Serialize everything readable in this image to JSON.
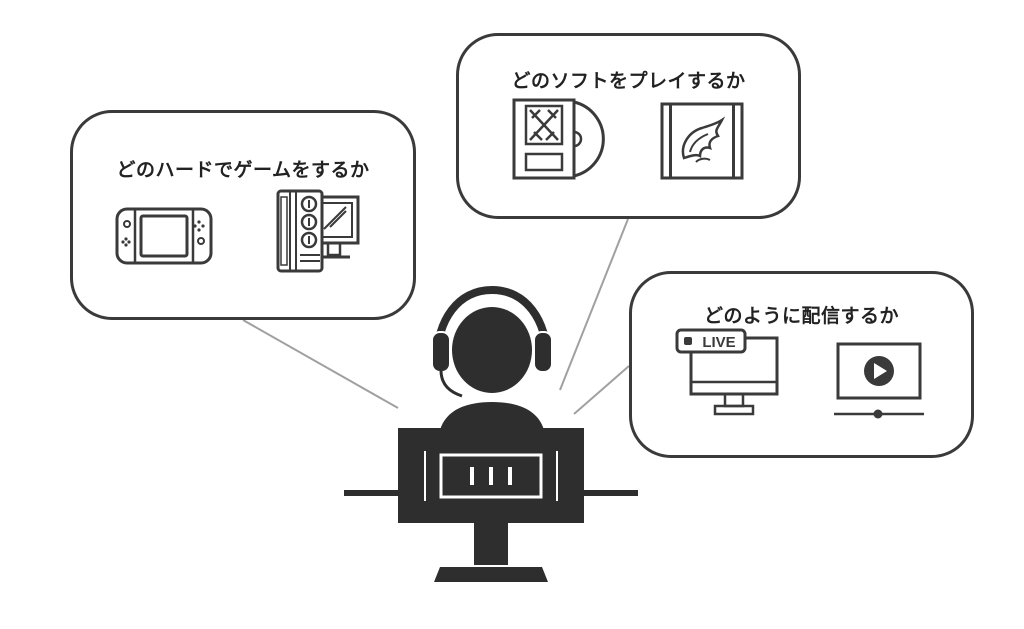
{
  "bubbles": {
    "hardware": {
      "title": "どのハードでゲームをするか",
      "icons": [
        "handheld-console-icon",
        "gaming-pc-icon"
      ]
    },
    "software": {
      "title": "どのソフトをプレイするか",
      "icons": [
        "game-disc-case-icon",
        "game-cartridge-icon"
      ]
    },
    "stream": {
      "title": "どのように配信するか",
      "live_badge": "LIVE",
      "icons": [
        "live-monitor-icon",
        "video-player-icon"
      ]
    }
  },
  "colors": {
    "line": "#3a3a3a",
    "figure": "#2e2e2e",
    "connector": "#a0a0a0",
    "background": "#ffffff"
  }
}
